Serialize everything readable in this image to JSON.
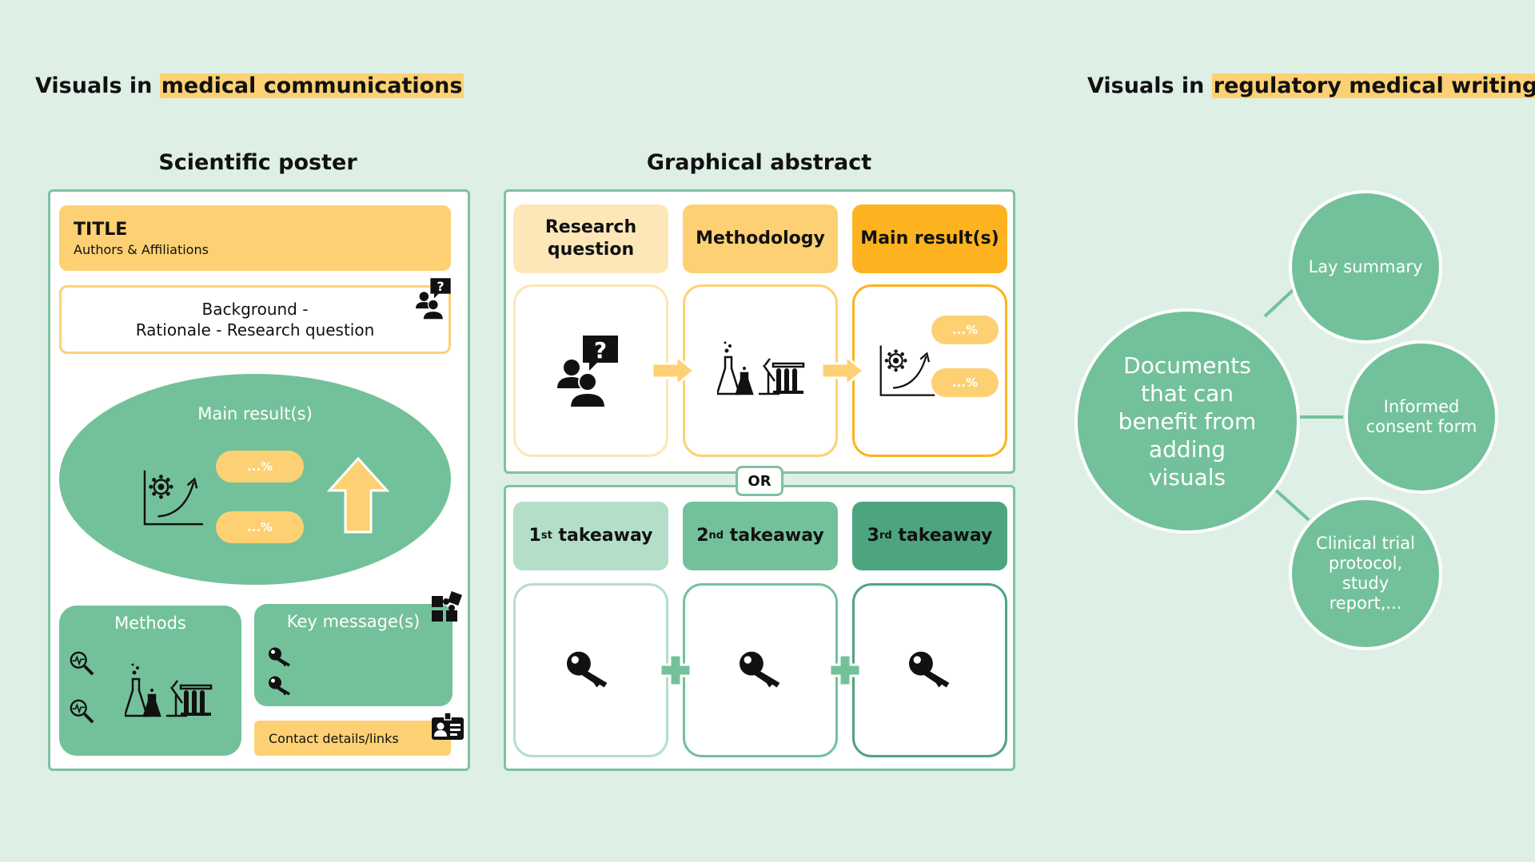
{
  "left_heading": {
    "prefix": "Visuals in ",
    "highlight": "medical communications"
  },
  "right_heading": {
    "prefix": "Visuals in ",
    "highlight": "regulatory medical writing"
  },
  "poster": {
    "title": "Scientific poster",
    "banner_title": "TITLE",
    "banner_subtitle": "Authors & Affiliations",
    "background_line1": "Background -",
    "background_line2": "Rationale - Research question",
    "main_results": "Main result(s)",
    "pill_1": "...%",
    "pill_2": "...%",
    "methods": "Methods",
    "key_messages": "Key message(s)",
    "contact": "Contact details/links"
  },
  "abstract": {
    "title": "Graphical abstract",
    "steps": [
      {
        "line1": "Research",
        "line2": "question"
      },
      {
        "line1": "Methodology",
        "line2": ""
      },
      {
        "line1": "Main result(s)",
        "line2": ""
      }
    ],
    "pill_1": "...%",
    "pill_2": "...%",
    "or_label": "OR",
    "takeaways": [
      {
        "num": "1",
        "sup": "st",
        "text": " takeaway"
      },
      {
        "num": "2",
        "sup": "nd",
        "text": " takeaway"
      },
      {
        "num": "3",
        "sup": "rd",
        "text": " takeaway"
      }
    ]
  },
  "regulatory": {
    "center": [
      "Documents",
      "that can",
      "benefit from",
      "adding",
      "visuals"
    ],
    "items": [
      {
        "lines": [
          "Lay summary"
        ]
      },
      {
        "lines": [
          "Informed",
          "consent form"
        ]
      },
      {
        "lines": [
          "Clinical trial",
          "protocol,",
          "study",
          "report,..."
        ]
      }
    ]
  },
  "colors": {
    "background": "#deefe6",
    "highlight": "#fdd173",
    "green": "#73c19a",
    "frame": "#7ec2a1",
    "orange_light": "#fde6b7",
    "orange_mid": "#fdd173",
    "orange_dark": "#fdb31f",
    "green_light": "#b3dfc9",
    "green_mid": "#73c19a",
    "green_dark": "#4da57f"
  },
  "icons": [
    "people-question-icon",
    "lab-flasks-icon",
    "growth-chart-icon",
    "arrow-right-icon",
    "arrow-up-icon",
    "key-icon",
    "plus-icon",
    "magnifier-pulse-icon",
    "puzzle-icon",
    "contact-card-icon"
  ]
}
